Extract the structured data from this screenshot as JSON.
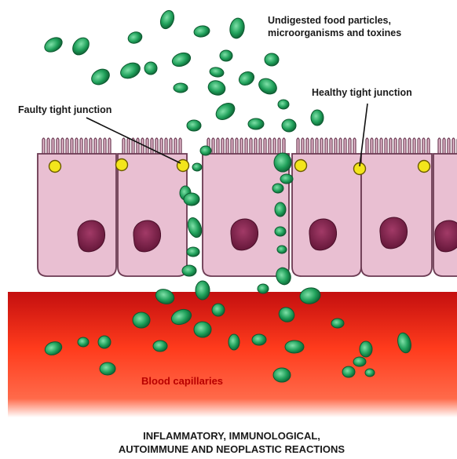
{
  "labels": {
    "top_line1": "Undigested food particles,",
    "top_line2": "microorganisms and toxines",
    "healthy": "Healthy tight junction",
    "faulty": "Faulty tight junction",
    "blood": "Blood capillaries",
    "bottom_line1": "INFLAMMATORY, IMMUNOLOGICAL,",
    "bottom_line2": "AUTOIMMUNE AND NEOPLASTIC REACTIONS"
  },
  "colors": {
    "cell_fill": "#e9bfd2",
    "cell_stroke": "#6b3a52",
    "nucleus": "#7a1f45",
    "junction": "#f3e51b",
    "particle": "#1fa05a",
    "particle_dark": "#0d5a30",
    "blood_top": "#c91010",
    "blood_mid": "#ff3a1a"
  }
}
